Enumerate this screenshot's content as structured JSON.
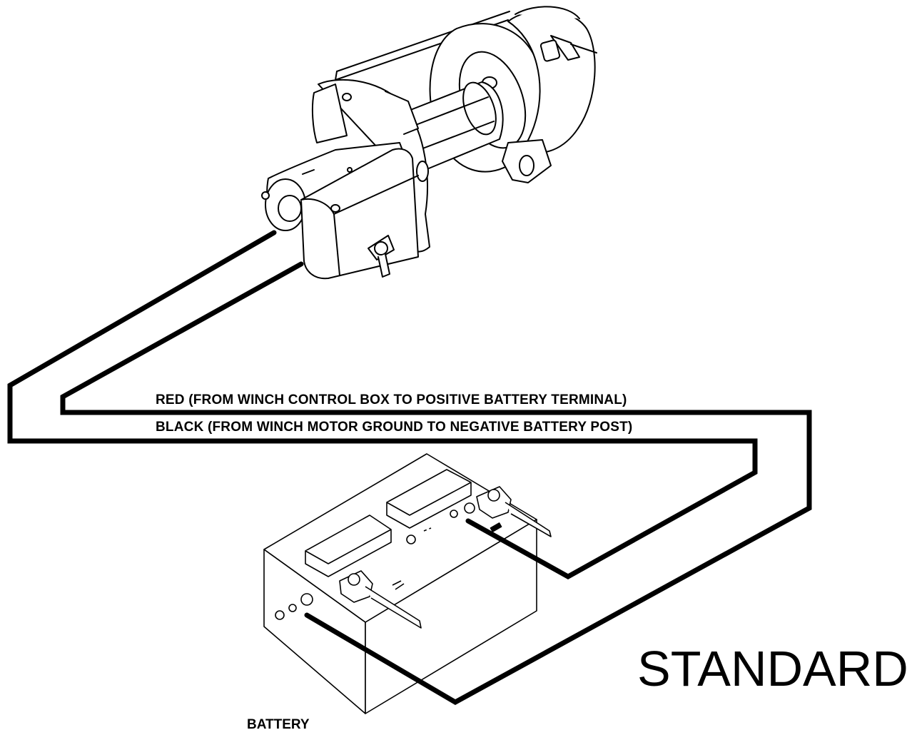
{
  "labels": {
    "red_wire": "RED (FROM WINCH CONTROL BOX TO POSITIVE BATTERY TERMINAL)",
    "black_wire": "BLACK (FROM WINCH MOTOR GROUND TO NEGATIVE BATTERY POST)",
    "battery": "BATTERY",
    "configuration": "STANDARD"
  },
  "colors": {
    "line": "#000000",
    "background": "#ffffff"
  }
}
